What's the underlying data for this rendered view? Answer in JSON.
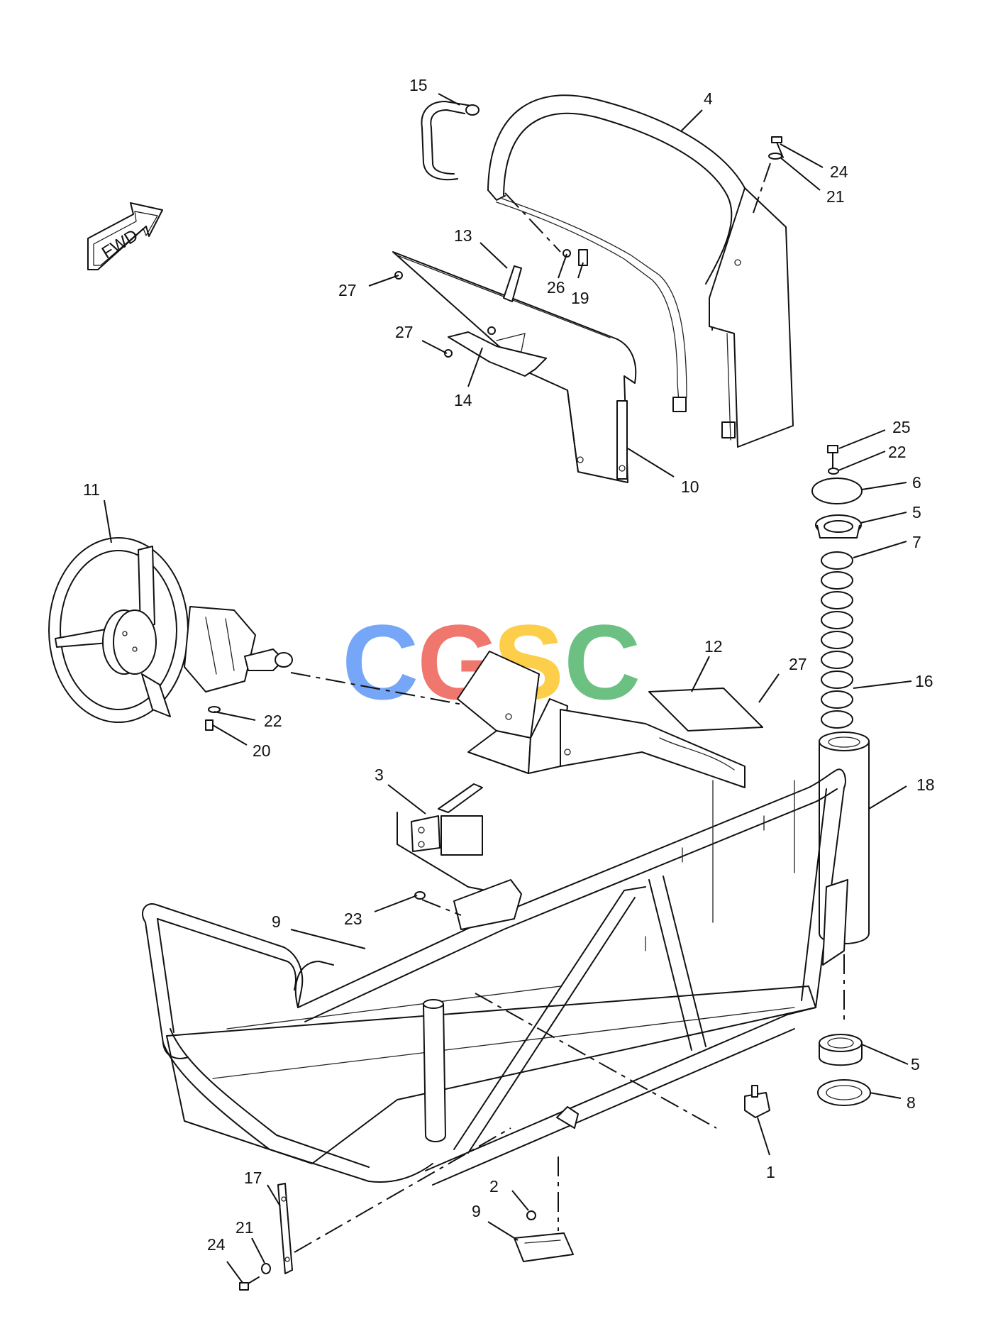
{
  "figure": {
    "type": "exploded-parts-diagram",
    "direction_badge": "FWD",
    "watermark": {
      "letters": [
        "C",
        "G",
        "S",
        "C"
      ],
      "colors": [
        "#4285F4",
        "#EA4335",
        "#FBBC05",
        "#34A853"
      ]
    },
    "callouts": [
      {
        "id": "c15",
        "label": "15"
      },
      {
        "id": "c4",
        "label": "4"
      },
      {
        "id": "c24a",
        "label": "24"
      },
      {
        "id": "c21a",
        "label": "21"
      },
      {
        "id": "c13",
        "label": "13"
      },
      {
        "id": "c27a",
        "label": "27"
      },
      {
        "id": "c26",
        "label": "26"
      },
      {
        "id": "c19",
        "label": "19"
      },
      {
        "id": "c27b",
        "label": "27"
      },
      {
        "id": "c14",
        "label": "14"
      },
      {
        "id": "c10",
        "label": "10"
      },
      {
        "id": "c25",
        "label": "25"
      },
      {
        "id": "c22a",
        "label": "22"
      },
      {
        "id": "c6",
        "label": "6"
      },
      {
        "id": "c5a",
        "label": "5"
      },
      {
        "id": "c7",
        "label": "7"
      },
      {
        "id": "c11",
        "label": "11"
      },
      {
        "id": "c12",
        "label": "12"
      },
      {
        "id": "c27c",
        "label": "27"
      },
      {
        "id": "c16",
        "label": "16"
      },
      {
        "id": "c22b",
        "label": "22"
      },
      {
        "id": "c20",
        "label": "20"
      },
      {
        "id": "c18",
        "label": "18"
      },
      {
        "id": "c3",
        "label": "3"
      },
      {
        "id": "c9a",
        "label": "9"
      },
      {
        "id": "c23",
        "label": "23"
      },
      {
        "id": "c5b",
        "label": "5"
      },
      {
        "id": "c8",
        "label": "8"
      },
      {
        "id": "c1",
        "label": "1"
      },
      {
        "id": "c2",
        "label": "2"
      },
      {
        "id": "c17",
        "label": "17"
      },
      {
        "id": "c9b",
        "label": "9"
      },
      {
        "id": "c21b",
        "label": "21"
      },
      {
        "id": "c24b",
        "label": "24"
      }
    ]
  }
}
